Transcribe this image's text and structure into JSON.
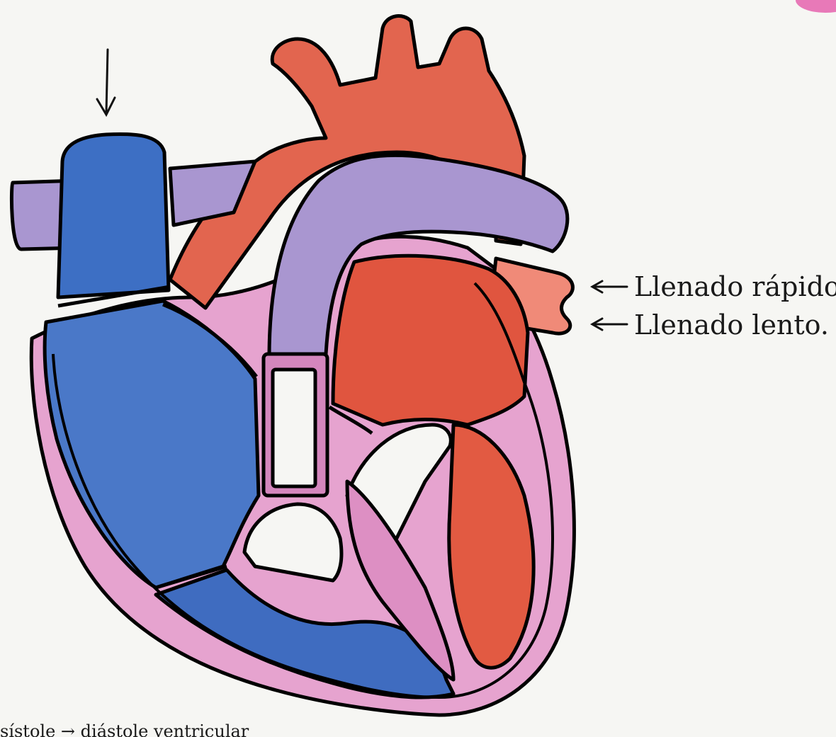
{
  "labels": {
    "fast_fill": "Llenado rápido",
    "slow_fill": "Llenado lento.",
    "bottom_caption": "sístole → diástole ventricular"
  },
  "colors": {
    "venous_blue": "#2e5fb0",
    "arterial_red": "#d63a2a",
    "vessel_purple": "#8a72b8",
    "wall_pink": "#d36ab0",
    "outline": "#000000",
    "paper": "#f6f6f3"
  }
}
